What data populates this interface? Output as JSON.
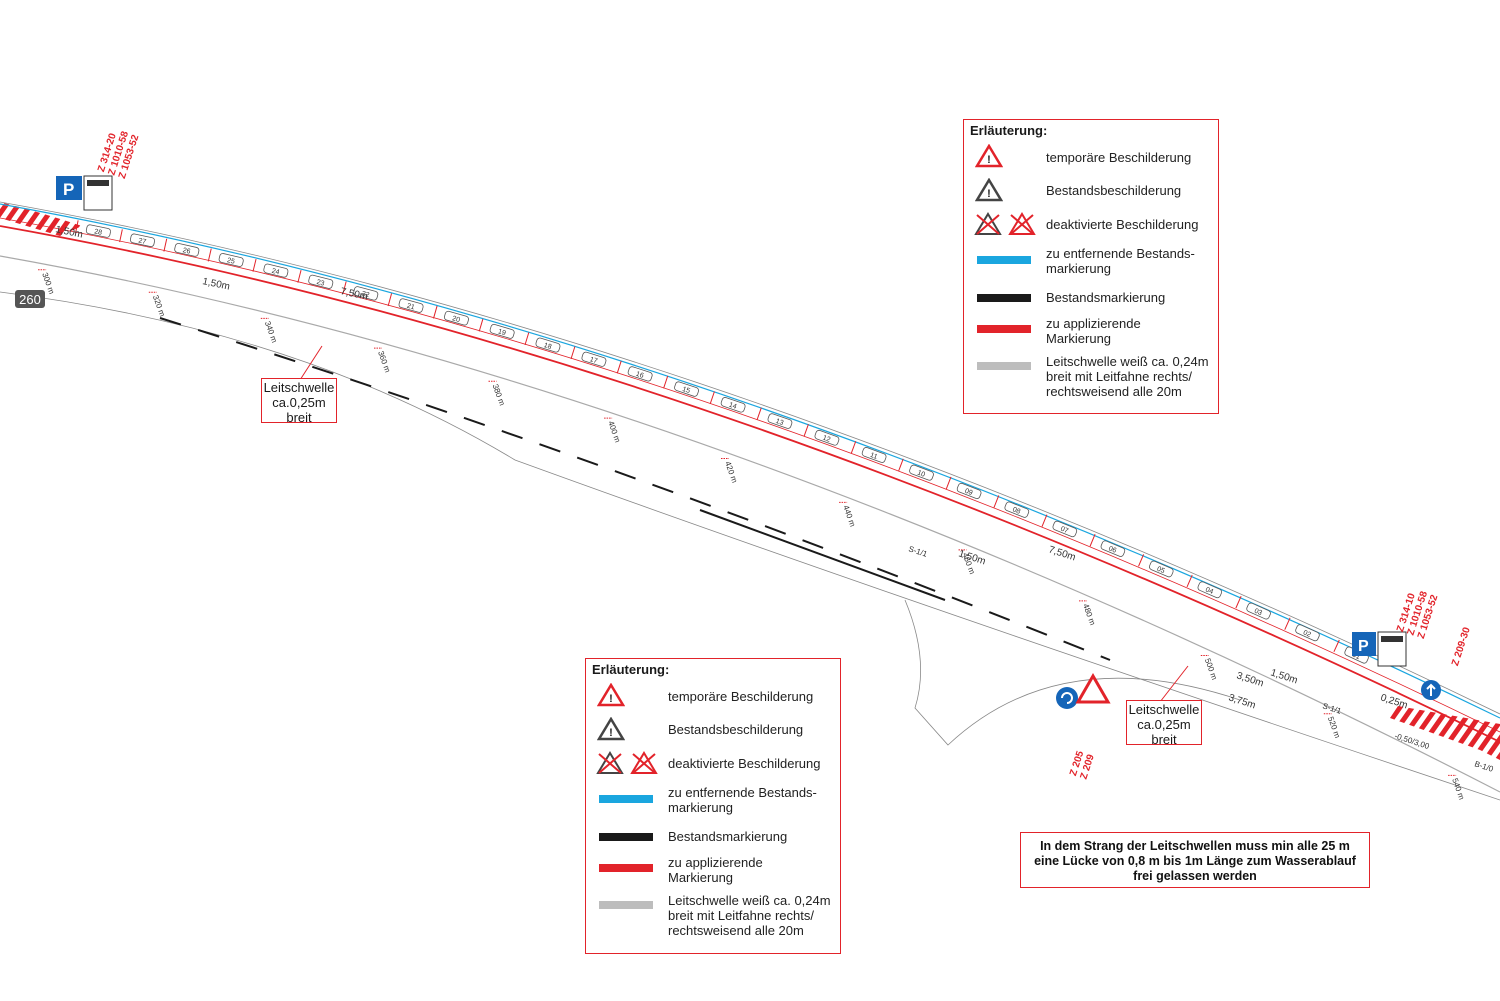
{
  "legend": {
    "title": "Erläuterung:",
    "items": [
      {
        "label": "temporäre Beschilderung",
        "icon": "temporary-sign-icon"
      },
      {
        "label": "Bestandsbeschilderung",
        "icon": "existing-sign-icon"
      },
      {
        "label": "deaktivierte Beschilderung",
        "icon": "deactivated-sign-icon"
      },
      {
        "label": "zu entfernende Bestands-\nmarkierung",
        "color": "#1aa6df"
      },
      {
        "label": "Bestandsmarkierung",
        "color": "#1a1a1a"
      },
      {
        "label": "zu applizierende\nMarkierung",
        "color": "#e2232a"
      },
      {
        "label": "Leitschwelle weiß ca. 0,24m\nbreit mit Leitfahne rechts/\nrechtsweisend alle 20m",
        "color": "#bdbdbd"
      }
    ]
  },
  "callouts": {
    "left": "Leitschwelle\nca.0,25m\nbreit",
    "right": "Leitschwelle\nca.0,25m\nbreit"
  },
  "notice": "In dem Strang der Leitschwellen muss min alle 25 m\neine Lücke von 0,8 m bis 1m Länge zum Wasserablauf\nfrei gelassen werden",
  "sign_codes": {
    "left": "Z 314-20\nZ 1010-58\nZ 1053-52",
    "right": "Z 314-10\nZ 1010-58\nZ 1053-52",
    "arrow": "Z 209-30",
    "roundabout": "Z 205\nZ 209"
  },
  "road_number": "260",
  "dimensions": {
    "width_1_50": "1,50m",
    "bay_7_50": "7,50m",
    "d_3_50": "3,50m",
    "d_3_75": "3,75m",
    "d_0_25": "0,25m",
    "section_s1": "S-1/1",
    "section_b1": "B-1/0",
    "offset": "-0,50/3,00"
  },
  "stations": [
    "300 m",
    "320 m",
    "340 m",
    "360 m",
    "380 m",
    "400 m",
    "420 m",
    "440 m",
    "460 m",
    "480 m",
    "500 m",
    "520 m",
    "540 m"
  ],
  "parking_numbers": [
    "28",
    "27",
    "26",
    "25",
    "24",
    "23",
    "22",
    "21",
    "20",
    "19",
    "18",
    "17",
    "16",
    "15",
    "14",
    "13",
    "12",
    "11",
    "10",
    "09",
    "08",
    "07",
    "06",
    "05",
    "04",
    "03",
    "02",
    "01"
  ],
  "colors": {
    "red": "#e2232a",
    "blue": "#1aa6df",
    "black": "#1a1a1a",
    "grey": "#bdbdbd",
    "sign_blue": "#1565b8"
  }
}
